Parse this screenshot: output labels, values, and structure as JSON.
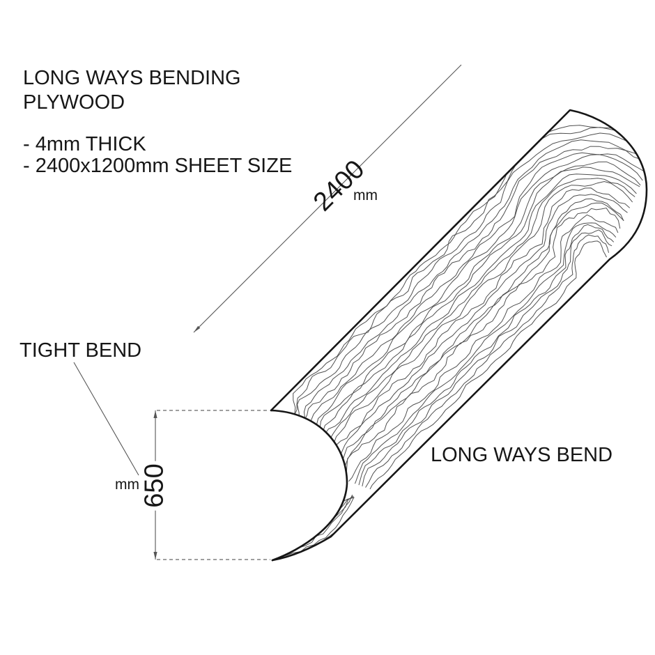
{
  "drawing": {
    "title_line1": "LONG WAYS BENDING",
    "title_line2": "PLYWOOD",
    "spec_items": [
      "- 4mm THICK",
      "- 2400x1200mm SHEET SIZE"
    ],
    "labels": {
      "tight_bend": "TIGHT BEND",
      "long_ways_bend": "LONG WAYS BEND"
    },
    "dimensions": {
      "length": {
        "value": "2400",
        "unit": "mm"
      },
      "bend_diameter": {
        "value": "650",
        "unit": "mm"
      }
    },
    "colors": {
      "outline": "#161616",
      "grain": "#4f4f4f",
      "dimension_lines": "#555555"
    }
  }
}
